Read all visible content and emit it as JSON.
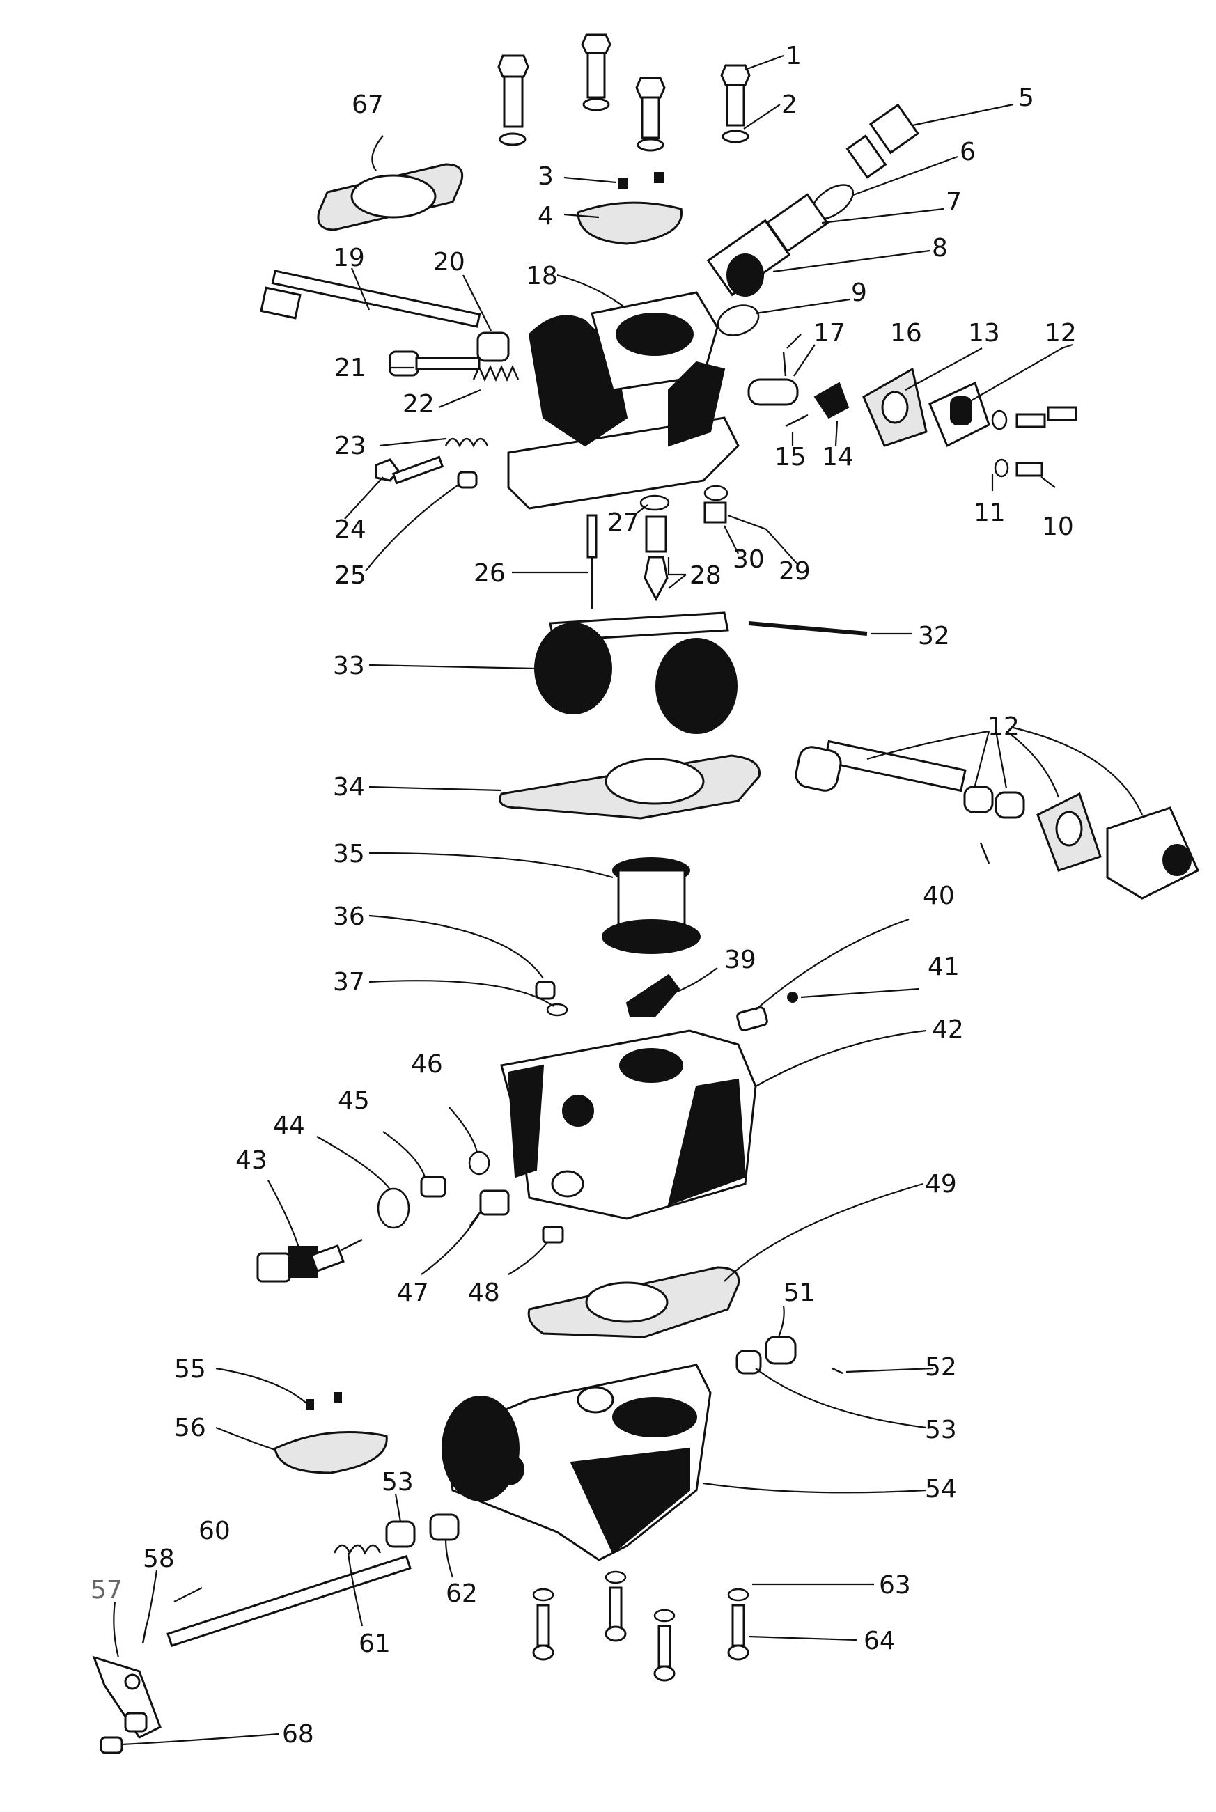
{
  "callouts": [
    {
      "id": "1",
      "text": "1"
    },
    {
      "id": "2",
      "text": "2"
    },
    {
      "id": "3",
      "text": "3"
    },
    {
      "id": "4",
      "text": "4"
    },
    {
      "id": "5",
      "text": "5"
    },
    {
      "id": "6",
      "text": "6"
    },
    {
      "id": "7",
      "text": "7"
    },
    {
      "id": "8",
      "text": "8"
    },
    {
      "id": "9",
      "text": "9"
    },
    {
      "id": "10",
      "text": "10"
    },
    {
      "id": "11",
      "text": "11"
    },
    {
      "id": "12",
      "text": "12"
    },
    {
      "id": "12b",
      "text": "12"
    },
    {
      "id": "13",
      "text": "13"
    },
    {
      "id": "14",
      "text": "14"
    },
    {
      "id": "15",
      "text": "15"
    },
    {
      "id": "16",
      "text": "16"
    },
    {
      "id": "17",
      "text": "17"
    },
    {
      "id": "18",
      "text": "18"
    },
    {
      "id": "19",
      "text": "19"
    },
    {
      "id": "20",
      "text": "20"
    },
    {
      "id": "21",
      "text": "21"
    },
    {
      "id": "22",
      "text": "22"
    },
    {
      "id": "23",
      "text": "23"
    },
    {
      "id": "24",
      "text": "24"
    },
    {
      "id": "25",
      "text": "25"
    },
    {
      "id": "26",
      "text": "26"
    },
    {
      "id": "27",
      "text": "27"
    },
    {
      "id": "28",
      "text": "28"
    },
    {
      "id": "29",
      "text": "29"
    },
    {
      "id": "30",
      "text": "30"
    },
    {
      "id": "32",
      "text": "32"
    },
    {
      "id": "33",
      "text": "33"
    },
    {
      "id": "34",
      "text": "34"
    },
    {
      "id": "35",
      "text": "35"
    },
    {
      "id": "36",
      "text": "36"
    },
    {
      "id": "37",
      "text": "37"
    },
    {
      "id": "39",
      "text": "39"
    },
    {
      "id": "40",
      "text": "40"
    },
    {
      "id": "41",
      "text": "41"
    },
    {
      "id": "42",
      "text": "42"
    },
    {
      "id": "43",
      "text": "43"
    },
    {
      "id": "44",
      "text": "44"
    },
    {
      "id": "45",
      "text": "45"
    },
    {
      "id": "46",
      "text": "46"
    },
    {
      "id": "47",
      "text": "47"
    },
    {
      "id": "48",
      "text": "48"
    },
    {
      "id": "49",
      "text": "49"
    },
    {
      "id": "51",
      "text": "51"
    },
    {
      "id": "52",
      "text": "52"
    },
    {
      "id": "53",
      "text": "53"
    },
    {
      "id": "53b",
      "text": "53"
    },
    {
      "id": "54",
      "text": "54"
    },
    {
      "id": "55",
      "text": "55"
    },
    {
      "id": "56",
      "text": "56"
    },
    {
      "id": "57",
      "text": "57"
    },
    {
      "id": "58",
      "text": "58"
    },
    {
      "id": "60",
      "text": "60"
    },
    {
      "id": "61",
      "text": "61"
    },
    {
      "id": "62",
      "text": "62"
    },
    {
      "id": "63",
      "text": "63"
    },
    {
      "id": "64",
      "text": "64"
    },
    {
      "id": "67",
      "text": "67"
    },
    {
      "id": "68",
      "text": "68"
    }
  ]
}
